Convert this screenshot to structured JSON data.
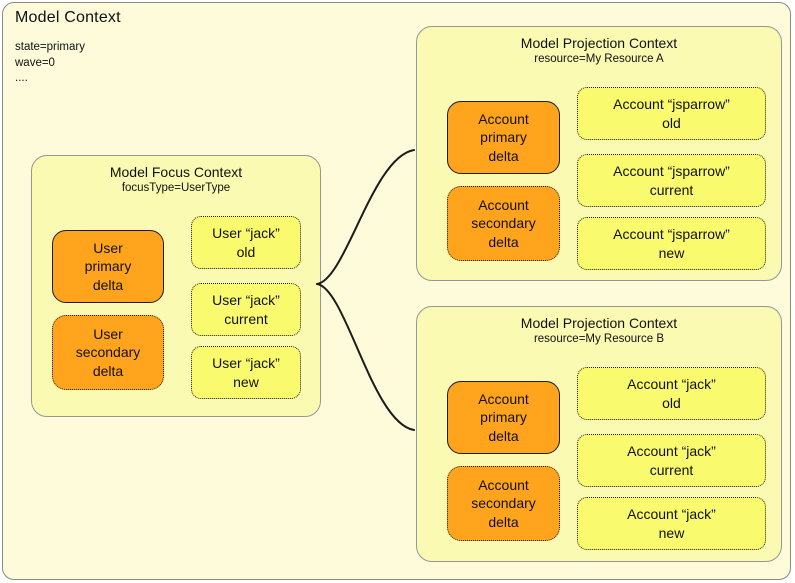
{
  "colors": {
    "outer_bg": "#FDFBD9",
    "context_bg": "#FAFAB2",
    "version_yellow": "#FAFA6E",
    "delta_orange": "#FFA41C",
    "frame_border": "#8A8A8A",
    "context_border": "#969696",
    "node_border": "#1C1C1C",
    "connector": "#1B1B1B"
  },
  "model_context": {
    "title": "Model Context",
    "attributes": [
      "state=primary",
      "wave=0",
      "...."
    ]
  },
  "focus_context": {
    "title": "Model Focus Context",
    "subtitle": "focusType=UserType",
    "primary_delta": "User\nprimary\ndelta",
    "secondary_delta": "User\nsecondary\ndelta",
    "versions": [
      "User “jack”\nold",
      "User “jack”\ncurrent",
      "User “jack”\nnew"
    ]
  },
  "projections": [
    {
      "title": "Model Projection Context",
      "subtitle": "resource=My Resource A",
      "primary_delta": "Account\nprimary\ndelta",
      "secondary_delta": "Account\nsecondary\ndelta",
      "versions": [
        "Account “jsparrow”\nold",
        "Account “jsparrow”\ncurrent",
        "Account “jsparrow”\nnew"
      ]
    },
    {
      "title": "Model Projection Context",
      "subtitle": "resource=My Resource B",
      "primary_delta": "Account\nprimary\ndelta",
      "secondary_delta": "Account\nsecondary\ndelta",
      "versions": [
        "Account “jack”\nold",
        "Account “jack”\ncurrent",
        "Account “jack”\nnew"
      ]
    }
  ]
}
